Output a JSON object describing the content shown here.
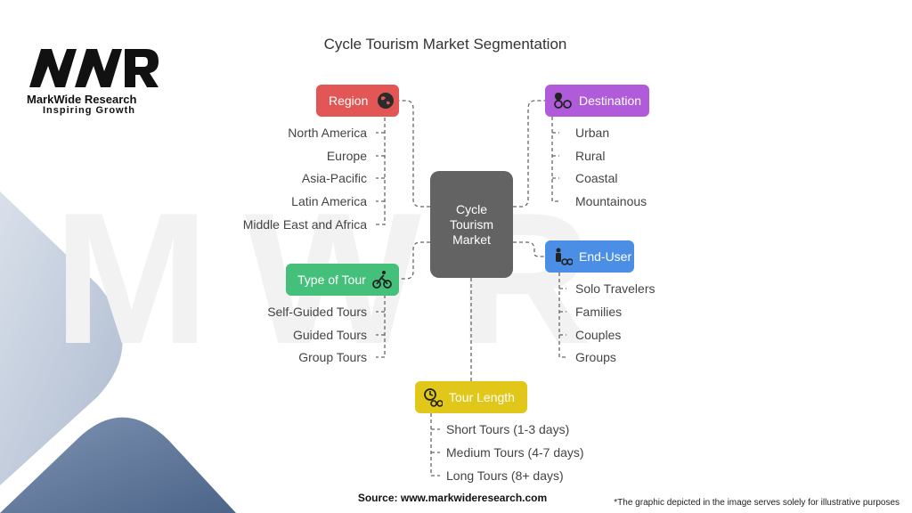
{
  "title": "Cycle Tourism Market Segmentation",
  "logo": {
    "name": "MarkWide Research",
    "tagline": "Inspiring Growth",
    "mark": "MWR"
  },
  "center": {
    "line1": "Cycle",
    "line2": "Tourism",
    "line3": "Market"
  },
  "region": {
    "label": "Region",
    "color": "#e35656",
    "icon": "globe-icon",
    "items": [
      "North America",
      "Europe",
      "Asia-Pacific",
      "Latin America",
      "Middle East and Africa"
    ]
  },
  "destination": {
    "label": "Destination",
    "color": "#b05bd9",
    "icon": "location-bike-icon",
    "items": [
      "Urban",
      "Rural",
      "Coastal",
      "Mountainous"
    ]
  },
  "type_of_tour": {
    "label": "Type of Tour",
    "color": "#45c07a",
    "icon": "cyclist-icon",
    "items": [
      "Self-Guided Tours",
      "Guided Tours",
      "Group Tours"
    ]
  },
  "end_user": {
    "label": "End-User",
    "color": "#4a8ee6",
    "icon": "person-bike-icon",
    "items": [
      "Solo Travelers",
      "Families",
      "Couples",
      "Groups"
    ]
  },
  "tour_length": {
    "label": "Tour Length",
    "color": "#e0c71a",
    "icon": "clock-bike-icon",
    "items": [
      "Short Tours (1-3 days)",
      "Medium Tours (4-7 days)",
      "Long Tours (8+ days)"
    ]
  },
  "source": "Source: www.markwideresearch.com",
  "note": "*The graphic depicted in the image serves solely for illustrative purposes"
}
